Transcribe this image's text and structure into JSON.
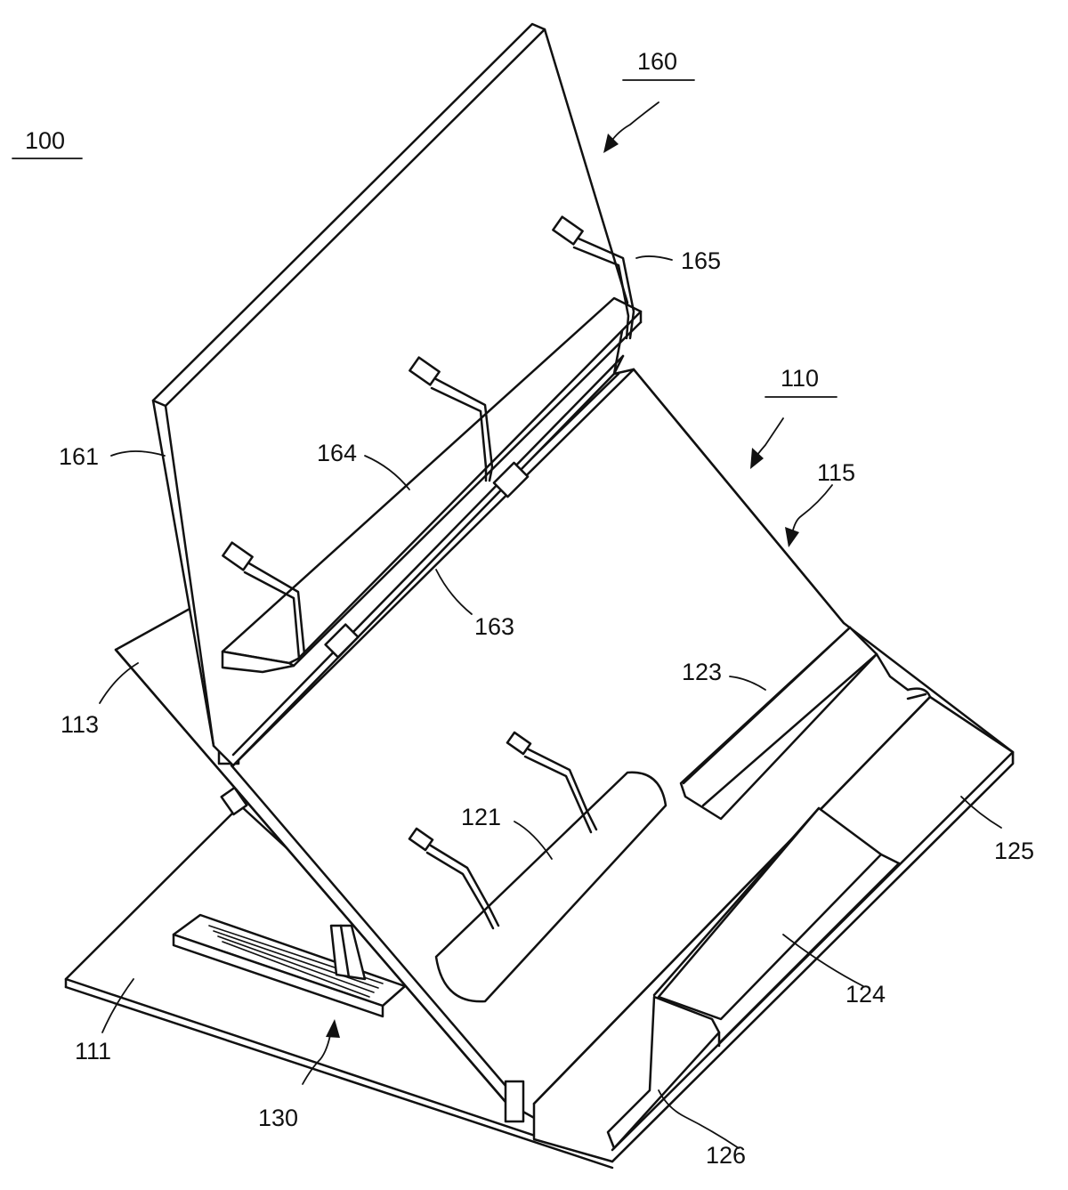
{
  "figure": {
    "reference_numerals": [
      {
        "id": "100",
        "text": "100"
      },
      {
        "id": "160",
        "text": "160"
      },
      {
        "id": "165",
        "text": "165"
      },
      {
        "id": "110",
        "text": "110"
      },
      {
        "id": "161",
        "text": "161"
      },
      {
        "id": "164",
        "text": "164"
      },
      {
        "id": "115",
        "text": "115"
      },
      {
        "id": "163",
        "text": "163"
      },
      {
        "id": "113",
        "text": "113"
      },
      {
        "id": "123",
        "text": "123"
      },
      {
        "id": "121",
        "text": "121"
      },
      {
        "id": "125",
        "text": "125"
      },
      {
        "id": "124",
        "text": "124"
      },
      {
        "id": "111",
        "text": "111"
      },
      {
        "id": "130",
        "text": "130"
      },
      {
        "id": "126",
        "text": "126"
      }
    ]
  }
}
